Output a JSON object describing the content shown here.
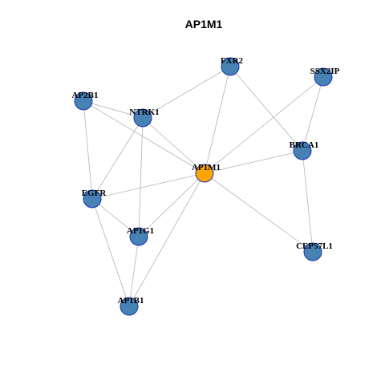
{
  "title": "AP1M1",
  "colors": {
    "center_fill": "#ffa500",
    "node_fill": "#4682b4",
    "node_stroke": "#1a33b3",
    "edge": "#b3b3b3"
  },
  "nodes": [
    {
      "id": "AP1M1",
      "label": "AP1M1",
      "center": true
    },
    {
      "id": "FXR2",
      "label": "FXR2"
    },
    {
      "id": "SSX2IP",
      "label": "SSX2IP"
    },
    {
      "id": "AP2B1",
      "label": "AP2B1"
    },
    {
      "id": "NTRK1",
      "label": "NTRK1"
    },
    {
      "id": "BRCA1",
      "label": "BRCA1"
    },
    {
      "id": "EGFR",
      "label": "EGFR"
    },
    {
      "id": "AP1G1",
      "label": "AP1G1"
    },
    {
      "id": "CEP57L1",
      "label": "CEP57L1"
    },
    {
      "id": "AP1B1",
      "label": "AP1B1"
    }
  ],
  "edges": [
    [
      "AP1M1",
      "FXR2"
    ],
    [
      "AP1M1",
      "SSX2IP"
    ],
    [
      "AP1M1",
      "AP2B1"
    ],
    [
      "AP1M1",
      "NTRK1"
    ],
    [
      "AP1M1",
      "BRCA1"
    ],
    [
      "AP1M1",
      "EGFR"
    ],
    [
      "AP1M1",
      "AP1G1"
    ],
    [
      "AP1M1",
      "CEP57L1"
    ],
    [
      "AP1M1",
      "AP1B1"
    ],
    [
      "FXR2",
      "NTRK1"
    ],
    [
      "FXR2",
      "BRCA1"
    ],
    [
      "SSX2IP",
      "BRCA1"
    ],
    [
      "AP2B1",
      "NTRK1"
    ],
    [
      "AP2B1",
      "EGFR"
    ],
    [
      "NTRK1",
      "EGFR"
    ],
    [
      "NTRK1",
      "AP1G1"
    ],
    [
      "BRCA1",
      "CEP57L1"
    ],
    [
      "EGFR",
      "AP1G1"
    ],
    [
      "EGFR",
      "AP1B1"
    ],
    [
      "AP1G1",
      "AP1B1"
    ]
  ]
}
